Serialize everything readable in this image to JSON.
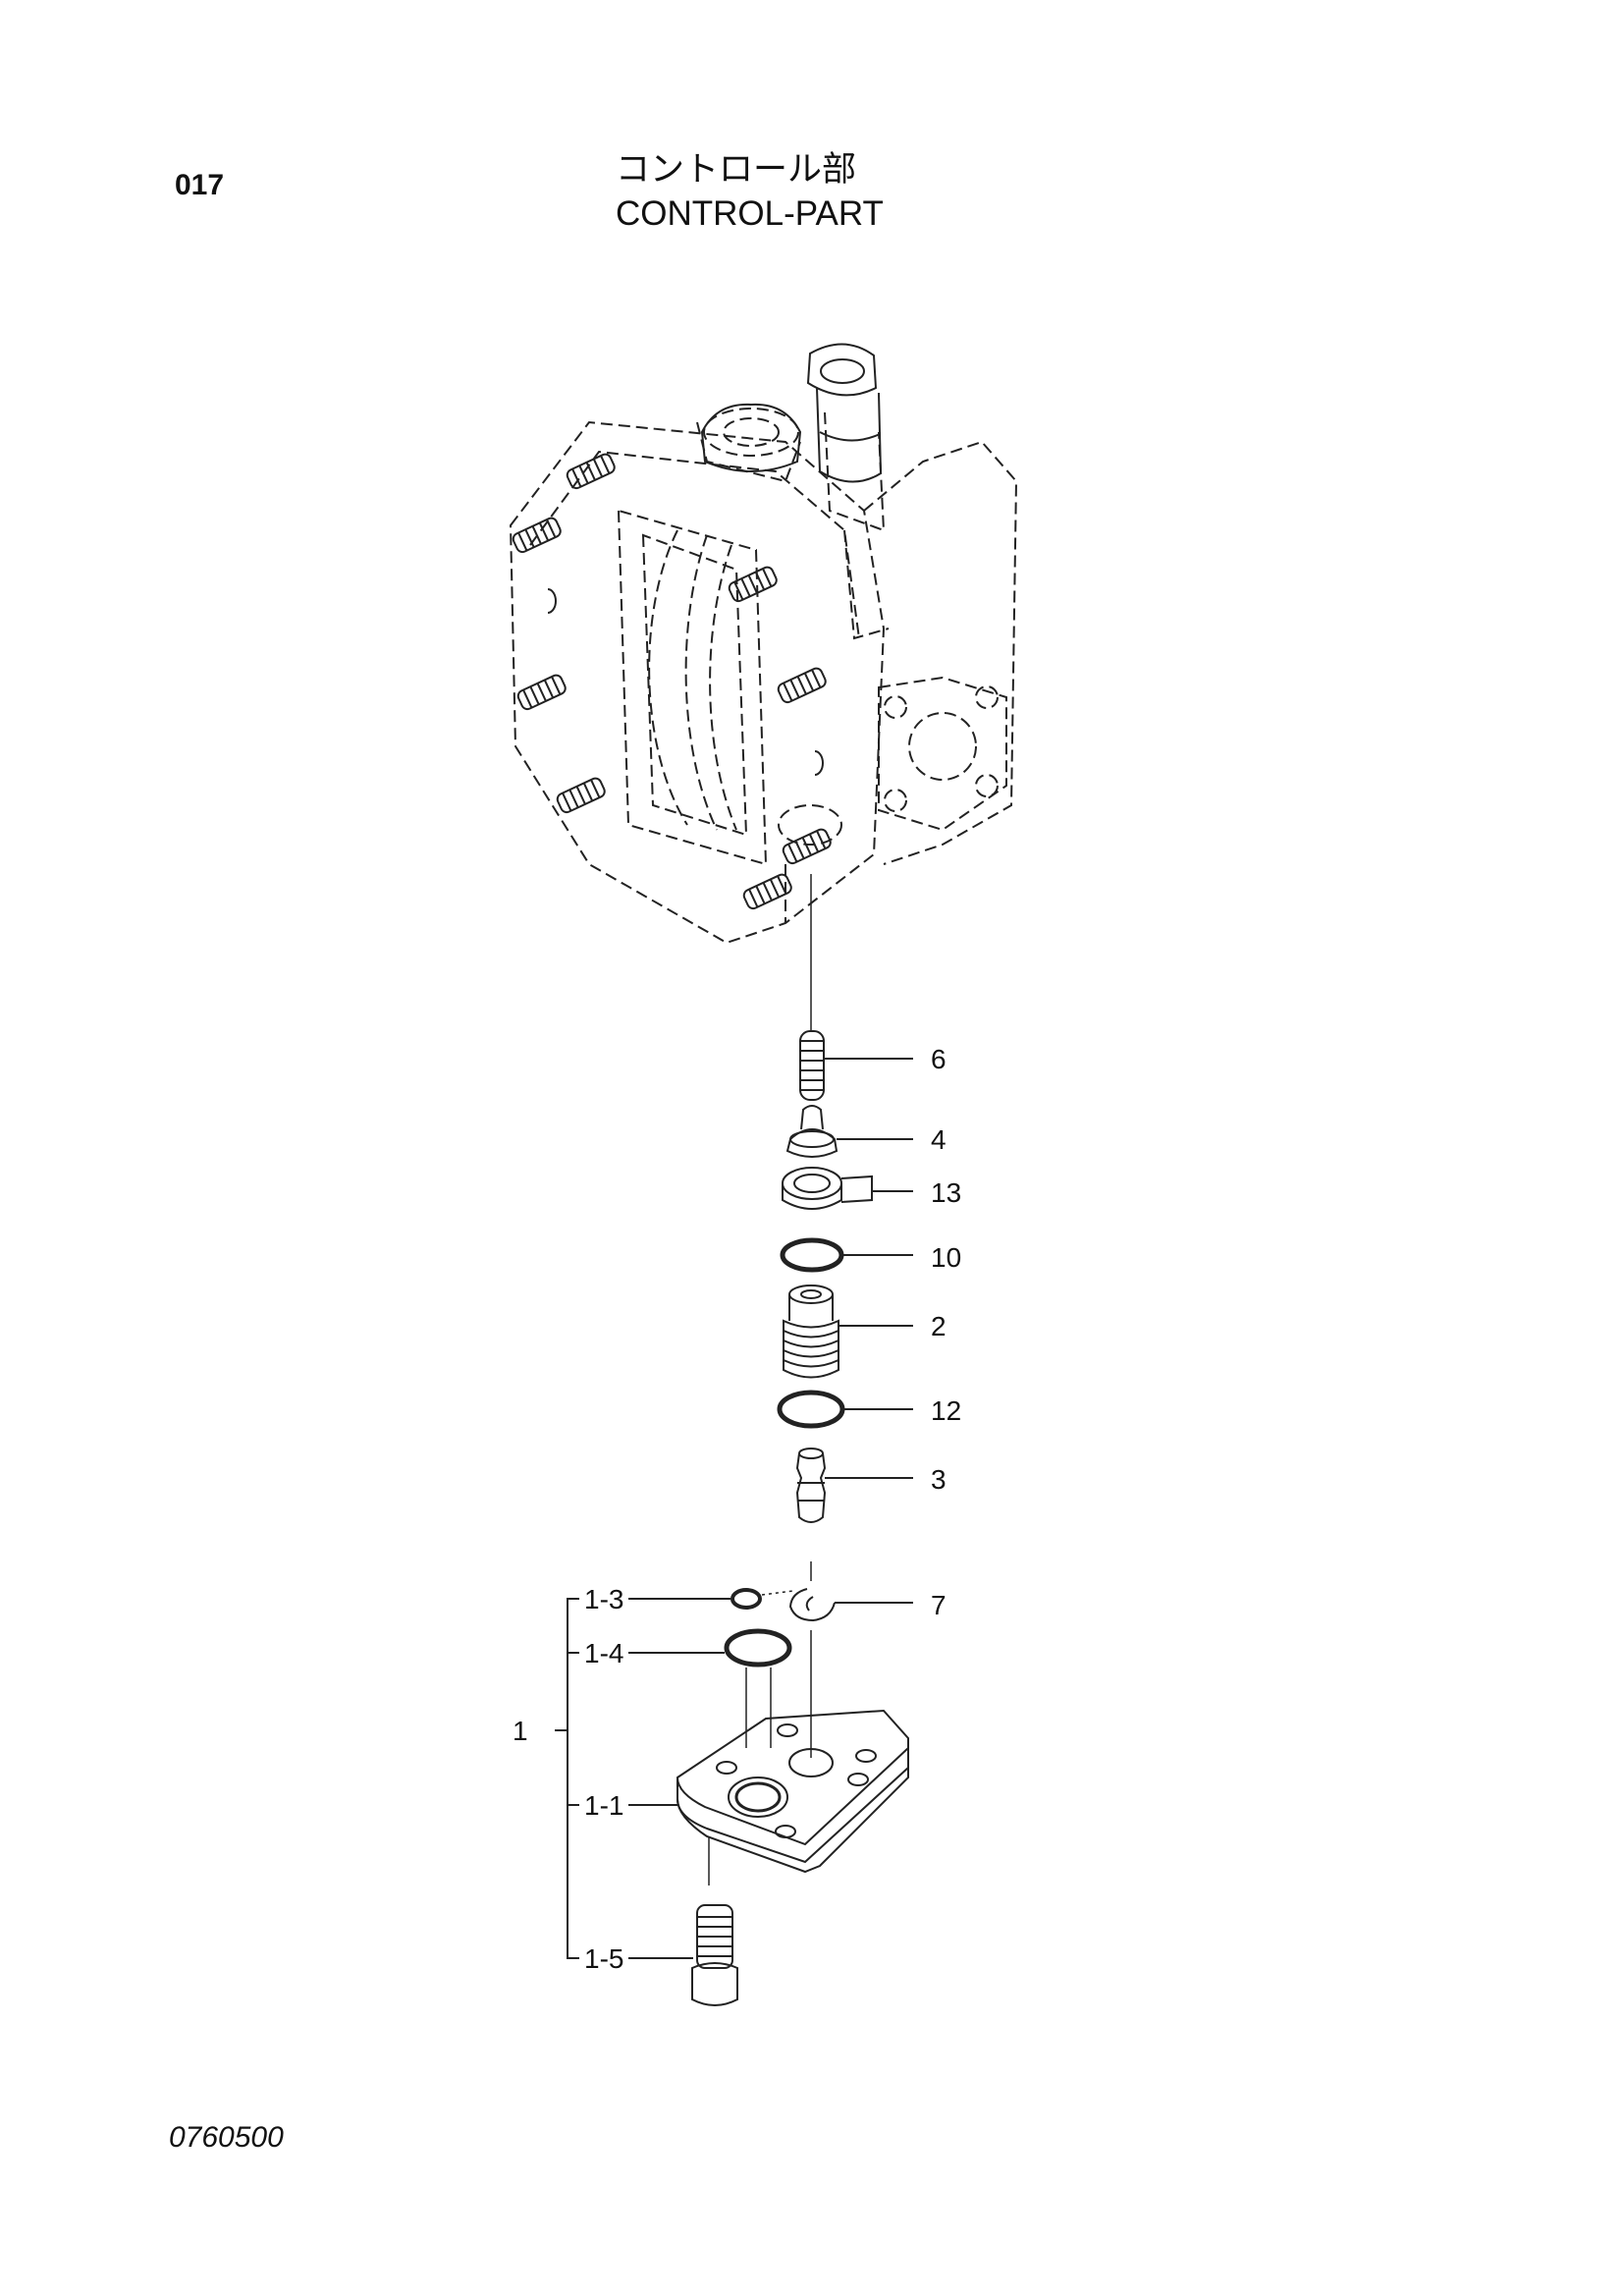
{
  "page_number": "017",
  "title_jp": "コントロール部",
  "title_en": "CONTROL-PART",
  "footer_code": "0760500",
  "callouts": {
    "c6": "6",
    "c4": "4",
    "c13": "13",
    "c10": "10",
    "c2": "2",
    "c12": "12",
    "c3": "3",
    "c7": "7",
    "c1_3": "1-3",
    "c1_4": "1-4",
    "c1": "1",
    "c1_1": "1-1",
    "c1_5": "1-5"
  }
}
